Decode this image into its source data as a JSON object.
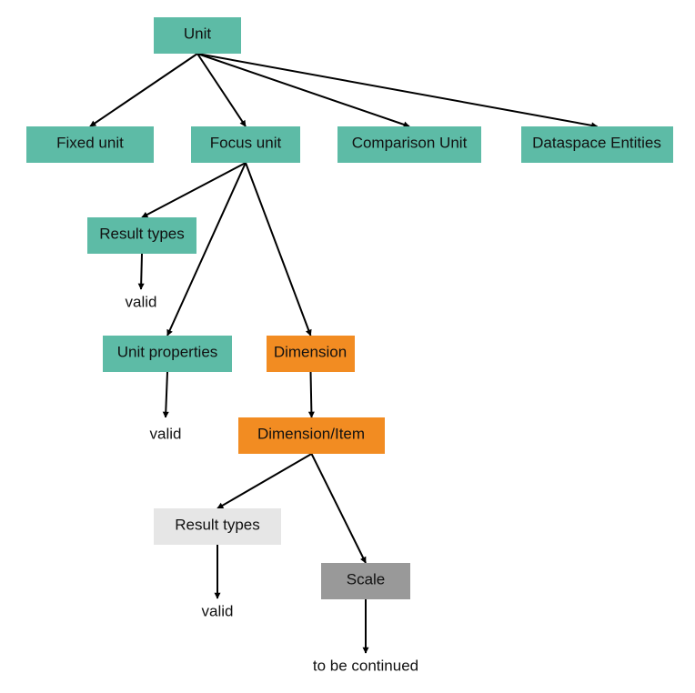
{
  "colors": {
    "teal": "#5dbba6",
    "orange": "#f28c22",
    "light_gray": "#e6e6e6",
    "gray": "#999999",
    "white": "#ffffff",
    "edge": "#000000"
  },
  "nodes": {
    "unit": {
      "label": "Unit",
      "style": "teal"
    },
    "fixed_unit": {
      "label": "Fixed unit",
      "style": "teal"
    },
    "focus_unit": {
      "label": "Focus unit",
      "style": "teal"
    },
    "comparison_unit": {
      "label": "Comparison Unit",
      "style": "teal"
    },
    "dataspace_entities": {
      "label": "Dataspace Entities",
      "style": "teal"
    },
    "result_types_1": {
      "label": "Result types",
      "style": "teal"
    },
    "valid_1": {
      "label": "valid",
      "style": "none"
    },
    "unit_properties": {
      "label": "Unit properties",
      "style": "teal"
    },
    "dimension": {
      "label": "Dimension",
      "style": "orange"
    },
    "valid_2": {
      "label": "valid",
      "style": "white"
    },
    "dimension_item": {
      "label": "Dimension/Item",
      "style": "orange"
    },
    "result_types_2": {
      "label": "Result types",
      "style": "light_gray"
    },
    "valid_3": {
      "label": "valid",
      "style": "none"
    },
    "scale": {
      "label": "Scale",
      "style": "gray"
    },
    "to_be_continued": {
      "label": "to be continued",
      "style": "none"
    }
  },
  "edges": [
    {
      "from": "unit",
      "to": "fixed_unit"
    },
    {
      "from": "unit",
      "to": "focus_unit"
    },
    {
      "from": "unit",
      "to": "comparison_unit"
    },
    {
      "from": "unit",
      "to": "dataspace_entities"
    },
    {
      "from": "focus_unit",
      "to": "result_types_1"
    },
    {
      "from": "focus_unit",
      "to": "unit_properties"
    },
    {
      "from": "focus_unit",
      "to": "dimension"
    },
    {
      "from": "result_types_1",
      "to": "valid_1"
    },
    {
      "from": "unit_properties",
      "to": "valid_2"
    },
    {
      "from": "dimension",
      "to": "dimension_item"
    },
    {
      "from": "dimension_item",
      "to": "result_types_2"
    },
    {
      "from": "dimension_item",
      "to": "scale"
    },
    {
      "from": "result_types_2",
      "to": "valid_3"
    },
    {
      "from": "scale",
      "to": "to_be_continued"
    }
  ]
}
